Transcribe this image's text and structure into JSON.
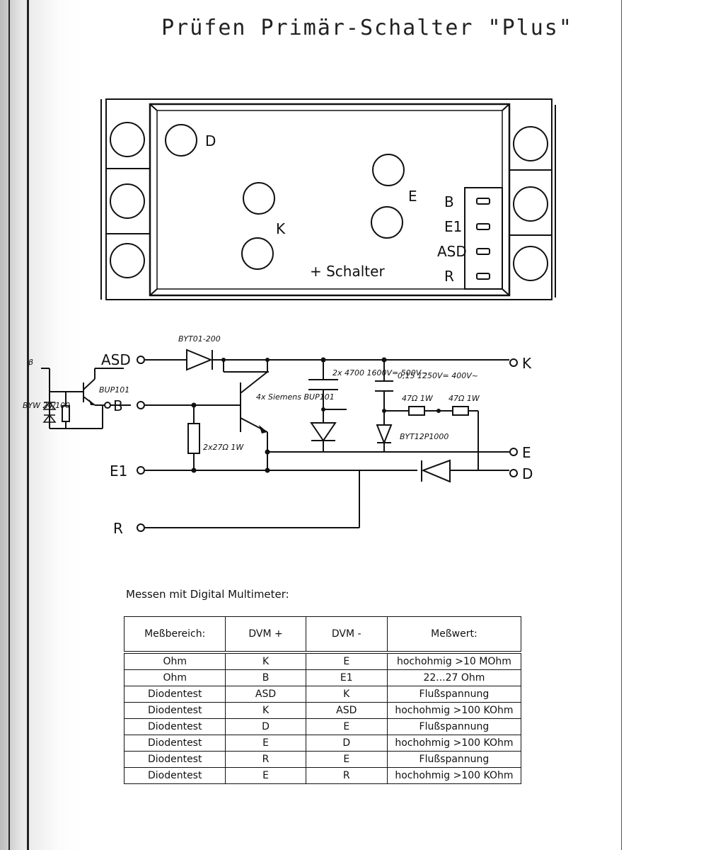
{
  "title": "Prüfen Primär-Schalter \"Plus\"",
  "module": {
    "terminals": [
      "D",
      "K",
      "E"
    ],
    "pins": [
      "B",
      "E1",
      "ASD",
      "R"
    ],
    "center_label": "+ Schalter"
  },
  "schematic": {
    "left_terminals": [
      "ASD",
      "B",
      "E1",
      "R"
    ],
    "right_terminals": [
      "K",
      "E",
      "D"
    ],
    "annotations": {
      "diode_top": "BYT01-200",
      "transistor_small": "BUP101",
      "transistor_main": "4x Siemens BUP101",
      "resistor": "2x27Ω 1W",
      "capacitor_1": "2x 4700 1600V= 500V~",
      "capacitor_2": "0,15 1250V= 400V~",
      "resistor_pair_1": "47Ω 1W",
      "resistor_pair_2": "47Ω 1W",
      "diode_bottom": "BYT12P1000",
      "beta_label": "β",
      "zener_label": "BYW 24/100"
    }
  },
  "measurement": {
    "heading": "Messen mit Digital Multimeter:",
    "columns": [
      "Meßbereich:",
      "DVM +",
      "DVM -",
      "Meßwert:"
    ],
    "rows": [
      [
        "Ohm",
        "K",
        "E",
        "hochohmig >10 MOhm"
      ],
      [
        "Ohm",
        "B",
        "E1",
        "22...27 Ohm"
      ],
      [
        "Diodentest",
        "ASD",
        "K",
        "Flußspannung"
      ],
      [
        "Diodentest",
        "K",
        "ASD",
        "hochohmig >100 KOhm"
      ],
      [
        "Diodentest",
        "D",
        "E",
        "Flußspannung"
      ],
      [
        "Diodentest",
        "E",
        "D",
        "hochohmig >100 KOhm"
      ],
      [
        "Diodentest",
        "R",
        "E",
        "Flußspannung"
      ],
      [
        "Diodentest",
        "E",
        "R",
        "hochohmig >100 KOhm"
      ]
    ]
  }
}
